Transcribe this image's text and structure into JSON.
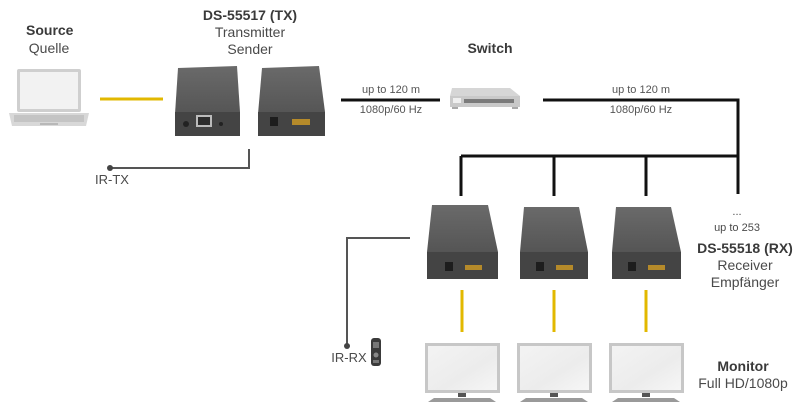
{
  "source": {
    "title": "Source",
    "subtitle": "Quelle",
    "icon": "laptop-icon"
  },
  "transmitter": {
    "model": "DS-55517 (TX)",
    "line1": "Transmitter",
    "line2": "Sender",
    "icon": "extender-tx-icon"
  },
  "switch": {
    "title": "Switch",
    "icon": "network-switch-icon"
  },
  "cable_left": {
    "distance": "up to 120 m",
    "resolution": "1080p/60 Hz"
  },
  "cable_right": {
    "distance": "up to 120 m",
    "resolution": "1080p/60 Hz"
  },
  "ir_tx": {
    "label": "IR-TX"
  },
  "ir_rx": {
    "label": "IR-RX",
    "icon": "remote-control-icon"
  },
  "receiver": {
    "ellipsis": "...",
    "count_note": "up to 253",
    "model": "DS-55518 (RX)",
    "line1": "Receiver",
    "line2": "Empfänger",
    "units": 3,
    "icon": "extender-rx-icon"
  },
  "monitor": {
    "title": "Monitor",
    "subtitle": "Full HD/1080p",
    "units": 3,
    "icon": "monitor-icon"
  },
  "colors": {
    "hdmi_cable": "#e2b800",
    "network_cable": "#111111",
    "ir_cable": "#555555",
    "device_body": "#5b5b5b",
    "device_front": "#3f3f3f"
  }
}
